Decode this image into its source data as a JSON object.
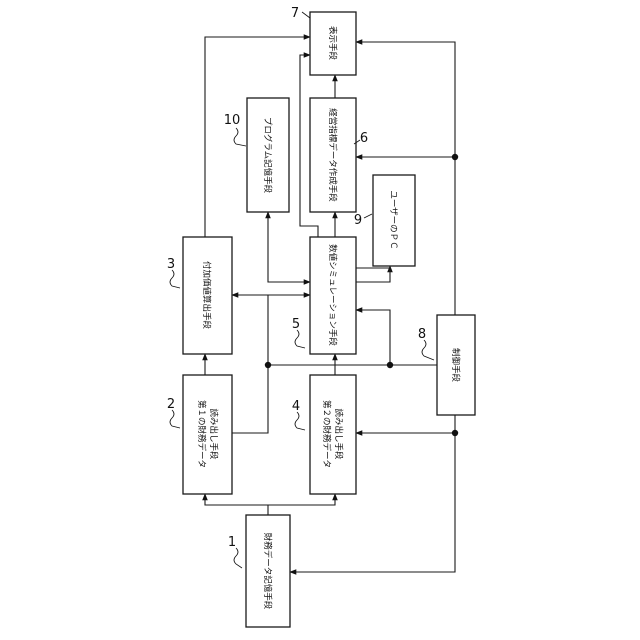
{
  "blocks": {
    "b1": {
      "number": "1",
      "lines": [
        "財務データ記憶手段"
      ]
    },
    "b2": {
      "number": "2",
      "lines": [
        "第１の財務データ",
        "読み出し手段"
      ]
    },
    "b3": {
      "number": "3",
      "lines": [
        "付加価値算出手段"
      ]
    },
    "b4": {
      "number": "4",
      "lines": [
        "第２の財務データ",
        "読み出し手段"
      ]
    },
    "b5": {
      "number": "5",
      "lines": [
        "数値シミュレーション手段"
      ]
    },
    "b6": {
      "number": "6",
      "lines": [
        "経営指標データ作成手段"
      ]
    },
    "b7": {
      "number": "7",
      "lines": [
        "表示手段"
      ]
    },
    "b8": {
      "number": "8",
      "lines": [
        "制御手段"
      ]
    },
    "b9": {
      "number": "9",
      "lines": [
        "ユーザーのＰＣ"
      ]
    },
    "b10": {
      "number": "10",
      "lines": [
        "プログラム記憶手段"
      ]
    }
  }
}
